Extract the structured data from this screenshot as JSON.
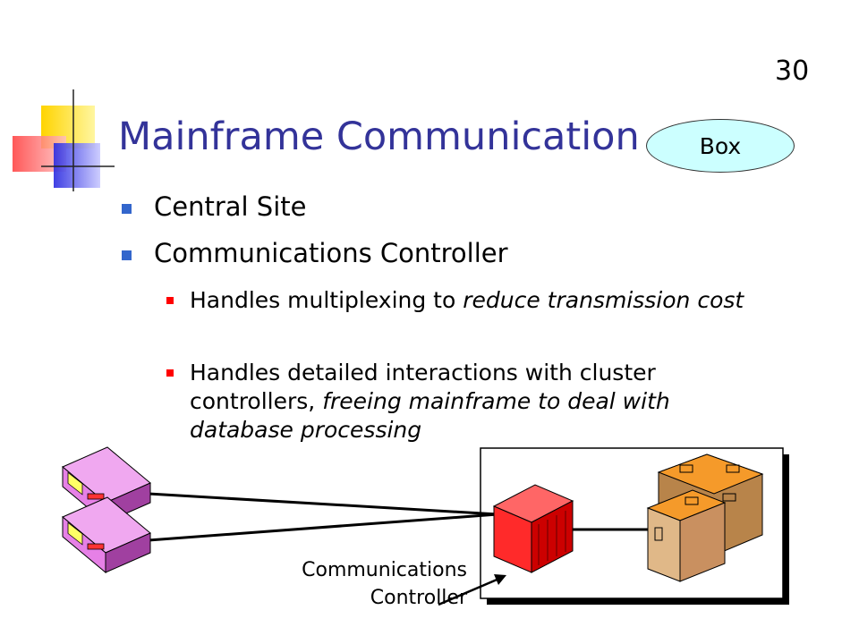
{
  "page_number": "30",
  "title": "Mainframe Communication",
  "callout": "Box",
  "bullets": [
    {
      "text": "Central Site"
    },
    {
      "text": "Communications Controller"
    }
  ],
  "sub_bullets": [
    {
      "prefix": "Handles multiplexing to ",
      "emph": "reduce transmission cost",
      "suffix": ""
    },
    {
      "prefix": "Handles detailed interactions with cluster controllers, ",
      "emph": "freeing mainframe to deal with database processing",
      "suffix": ""
    }
  ],
  "diagram": {
    "label_line1": "Communications",
    "label_line2": "Controller"
  },
  "colors": {
    "title": "#333399",
    "bullet_l1": "#3366cc",
    "bullet_l2": "#ff0000",
    "callout_fill": "#ccffff",
    "terminal": "#e680e6",
    "controller": "#ff2a2a",
    "mainframe": "#d9a066",
    "mainframe_top": "#f59a2a"
  }
}
